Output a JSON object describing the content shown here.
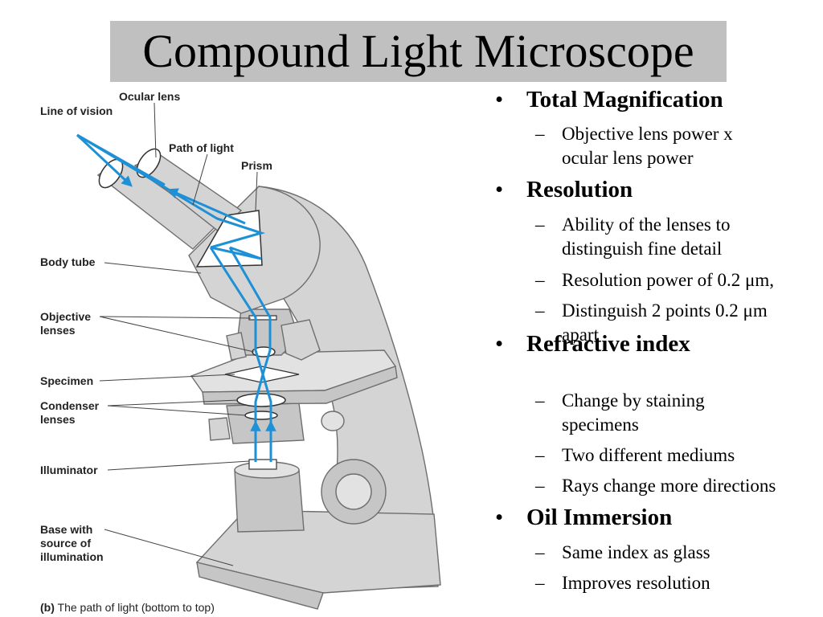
{
  "slide": {
    "title": "Compound Light Microscope"
  },
  "diagram": {
    "labels": {
      "ocular_lens": "Ocular lens",
      "line_of_vision": "Line of vision",
      "path_of_light": "Path of light",
      "prism": "Prism",
      "body_tube": "Body tube",
      "objective_lenses_1": "Objective",
      "objective_lenses_2": "lenses",
      "specimen": "Specimen",
      "condenser_lenses_1": "Condenser",
      "condenser_lenses_2": "lenses",
      "illuminator": "Illuminator",
      "base_1": "Base with",
      "base_2": "source of",
      "base_3": "illumination"
    },
    "caption_prefix": "(b)",
    "caption": "The path of light (bottom to top)",
    "colors": {
      "light_path": "#1e90d6",
      "body": "#d4d4d4"
    }
  },
  "bullets": {
    "bullet_mark": "•",
    "dash_mark": "–",
    "total_magnification": {
      "heading": "Total Magnification",
      "sub": [
        "Objective lens power x",
        "ocular lens power"
      ]
    },
    "resolution": {
      "heading": "Resolution",
      "sub1": [
        "Ability of the lenses to",
        "distinguish fine detail"
      ],
      "sub2": "Resolution power of 0.2 μm,",
      "sub3": [
        "Distinguish 2 points 0.2 μm",
        "apart"
      ]
    },
    "refractive_index": {
      "heading": "Refractive index",
      "sub1": [
        "Change by staining",
        "specimens"
      ],
      "sub2": "Two different mediums",
      "sub3": "Rays change more directions"
    },
    "oil_immersion": {
      "heading": "Oil Immersion",
      "sub1": "Same index as glass",
      "sub2": "Improves resolution"
    }
  }
}
